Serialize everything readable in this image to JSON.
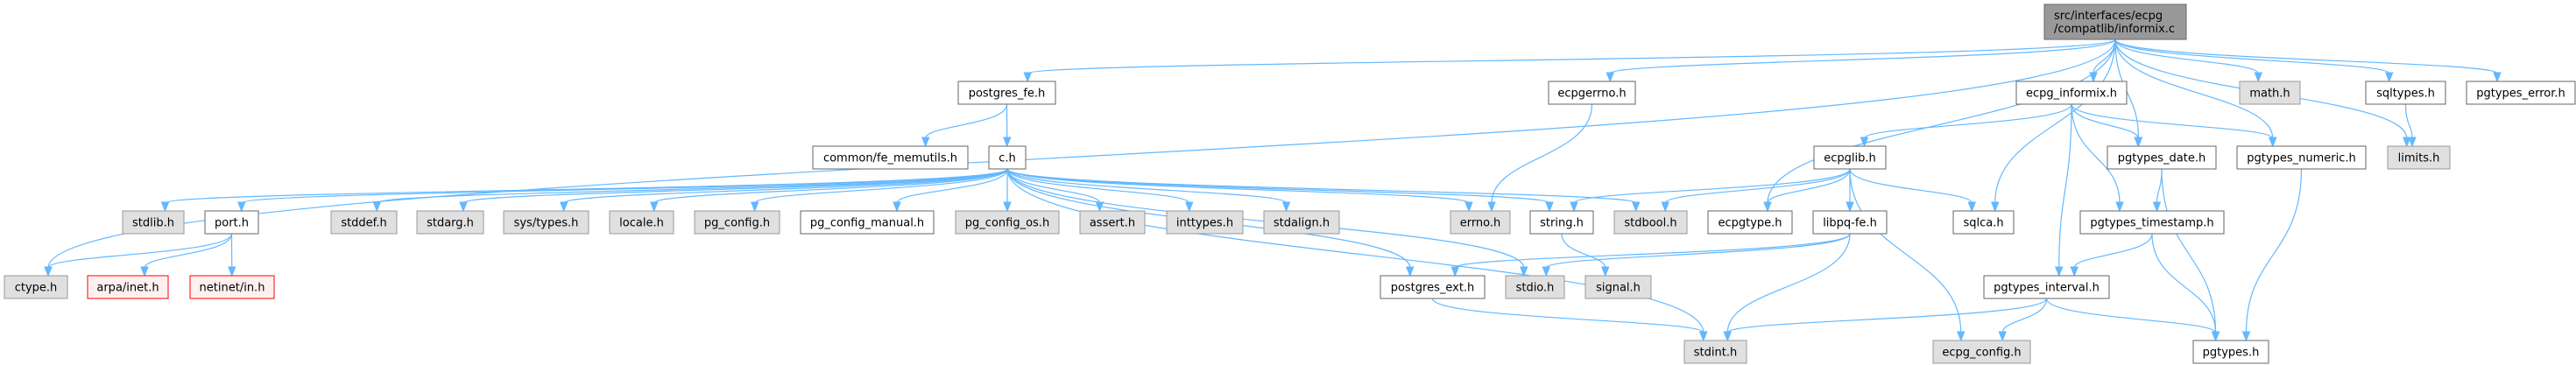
{
  "graph": {
    "nodes": [
      {
        "label": [
          "src/interfaces/ecpg",
          "/compatlib/informix.c"
        ],
        "kind": "main"
      },
      {
        "label": [
          "postgres_fe.h"
        ],
        "kind": "normal"
      },
      {
        "label": [
          "ecpgerrno.h"
        ],
        "kind": "normal"
      },
      {
        "label": [
          "ecpg_informix.h"
        ],
        "kind": "normal"
      },
      {
        "label": [
          "math.h"
        ],
        "kind": "system"
      },
      {
        "label": [
          "sqltypes.h"
        ],
        "kind": "normal"
      },
      {
        "label": [
          "pgtypes_error.h"
        ],
        "kind": "normal"
      },
      {
        "label": [
          "common/fe_memutils.h"
        ],
        "kind": "normal"
      },
      {
        "label": [
          "c.h"
        ],
        "kind": "normal"
      },
      {
        "label": [
          "ecpglib.h"
        ],
        "kind": "normal"
      },
      {
        "label": [
          "pgtypes_date.h"
        ],
        "kind": "normal"
      },
      {
        "label": [
          "pgtypes_numeric.h"
        ],
        "kind": "normal"
      },
      {
        "label": [
          "limits.h"
        ],
        "kind": "system"
      },
      {
        "label": [
          "stdlib.h"
        ],
        "kind": "system"
      },
      {
        "label": [
          "port.h"
        ],
        "kind": "normal"
      },
      {
        "label": [
          "stddef.h"
        ],
        "kind": "system"
      },
      {
        "label": [
          "stdarg.h"
        ],
        "kind": "system"
      },
      {
        "label": [
          "sys/types.h"
        ],
        "kind": "system"
      },
      {
        "label": [
          "locale.h"
        ],
        "kind": "system"
      },
      {
        "label": [
          "pg_config.h"
        ],
        "kind": "system"
      },
      {
        "label": [
          "pg_config_manual.h"
        ],
        "kind": "normal"
      },
      {
        "label": [
          "pg_config_os.h"
        ],
        "kind": "system"
      },
      {
        "label": [
          "assert.h"
        ],
        "kind": "system"
      },
      {
        "label": [
          "inttypes.h"
        ],
        "kind": "system"
      },
      {
        "label": [
          "stdalign.h"
        ],
        "kind": "system"
      },
      {
        "label": [
          "errno.h"
        ],
        "kind": "system"
      },
      {
        "label": [
          "string.h"
        ],
        "kind": "normal"
      },
      {
        "label": [
          "stdbool.h"
        ],
        "kind": "system"
      },
      {
        "label": [
          "ecpgtype.h"
        ],
        "kind": "normal"
      },
      {
        "label": [
          "libpq-fe.h"
        ],
        "kind": "normal"
      },
      {
        "label": [
          "sqlca.h"
        ],
        "kind": "normal"
      },
      {
        "label": [
          "pgtypes_timestamp.h"
        ],
        "kind": "normal"
      },
      {
        "label": [
          "ctype.h"
        ],
        "kind": "system"
      },
      {
        "label": [
          "arpa/inet.h"
        ],
        "kind": "missing"
      },
      {
        "label": [
          "netinet/in.h"
        ],
        "kind": "missing"
      },
      {
        "label": [
          "postgres_ext.h"
        ],
        "kind": "normal"
      },
      {
        "label": [
          "stdio.h"
        ],
        "kind": "system"
      },
      {
        "label": [
          "signal.h"
        ],
        "kind": "system"
      },
      {
        "label": [
          "pgtypes_interval.h"
        ],
        "kind": "normal"
      },
      {
        "label": [
          "stdint.h"
        ],
        "kind": "system"
      },
      {
        "label": [
          "ecpg_config.h"
        ],
        "kind": "system"
      },
      {
        "label": [
          "pgtypes.h"
        ],
        "kind": "normal"
      }
    ],
    "edges": [
      [
        0,
        32
      ],
      [
        0,
        1
      ],
      [
        0,
        2
      ],
      [
        0,
        28
      ],
      [
        0,
        30
      ],
      [
        0,
        3
      ],
      [
        0,
        10
      ],
      [
        0,
        11
      ],
      [
        0,
        4
      ],
      [
        0,
        12
      ],
      [
        0,
        5
      ],
      [
        0,
        6
      ],
      [
        1,
        7
      ],
      [
        1,
        8
      ],
      [
        2,
        25
      ],
      [
        8,
        13
      ],
      [
        8,
        14
      ],
      [
        8,
        15
      ],
      [
        8,
        16
      ],
      [
        8,
        17
      ],
      [
        8,
        18
      ],
      [
        8,
        19
      ],
      [
        8,
        20
      ],
      [
        8,
        21
      ],
      [
        8,
        22
      ],
      [
        8,
        23
      ],
      [
        8,
        24
      ],
      [
        8,
        25
      ],
      [
        8,
        26
      ],
      [
        8,
        27
      ],
      [
        8,
        35
      ],
      [
        8,
        36
      ],
      [
        8,
        39
      ],
      [
        14,
        32
      ],
      [
        14,
        33
      ],
      [
        14,
        34
      ],
      [
        26,
        37
      ],
      [
        9,
        27
      ],
      [
        9,
        26
      ],
      [
        9,
        28
      ],
      [
        9,
        29
      ],
      [
        9,
        30
      ],
      [
        9,
        40
      ],
      [
        29,
        35
      ],
      [
        29,
        36
      ],
      [
        29,
        39
      ],
      [
        5,
        12
      ],
      [
        3,
        9
      ],
      [
        3,
        10
      ],
      [
        3,
        11
      ],
      [
        3,
        31
      ],
      [
        3,
        38
      ],
      [
        10,
        31
      ],
      [
        10,
        41
      ],
      [
        11,
        41
      ],
      [
        31,
        38
      ],
      [
        31,
        41
      ],
      [
        38,
        39
      ],
      [
        38,
        40
      ],
      [
        38,
        41
      ],
      [
        35,
        39
      ]
    ],
    "colors": {
      "edge": "#63b8ff",
      "main_fill": "#999999",
      "main_border": "#666666",
      "normal_fill": "#ffffff",
      "normal_border": "#666666",
      "system_fill": "#e0e0e0",
      "system_border": "#999999",
      "missing_fill": "#fff0f0",
      "missing_border": "#ff0000"
    }
  }
}
